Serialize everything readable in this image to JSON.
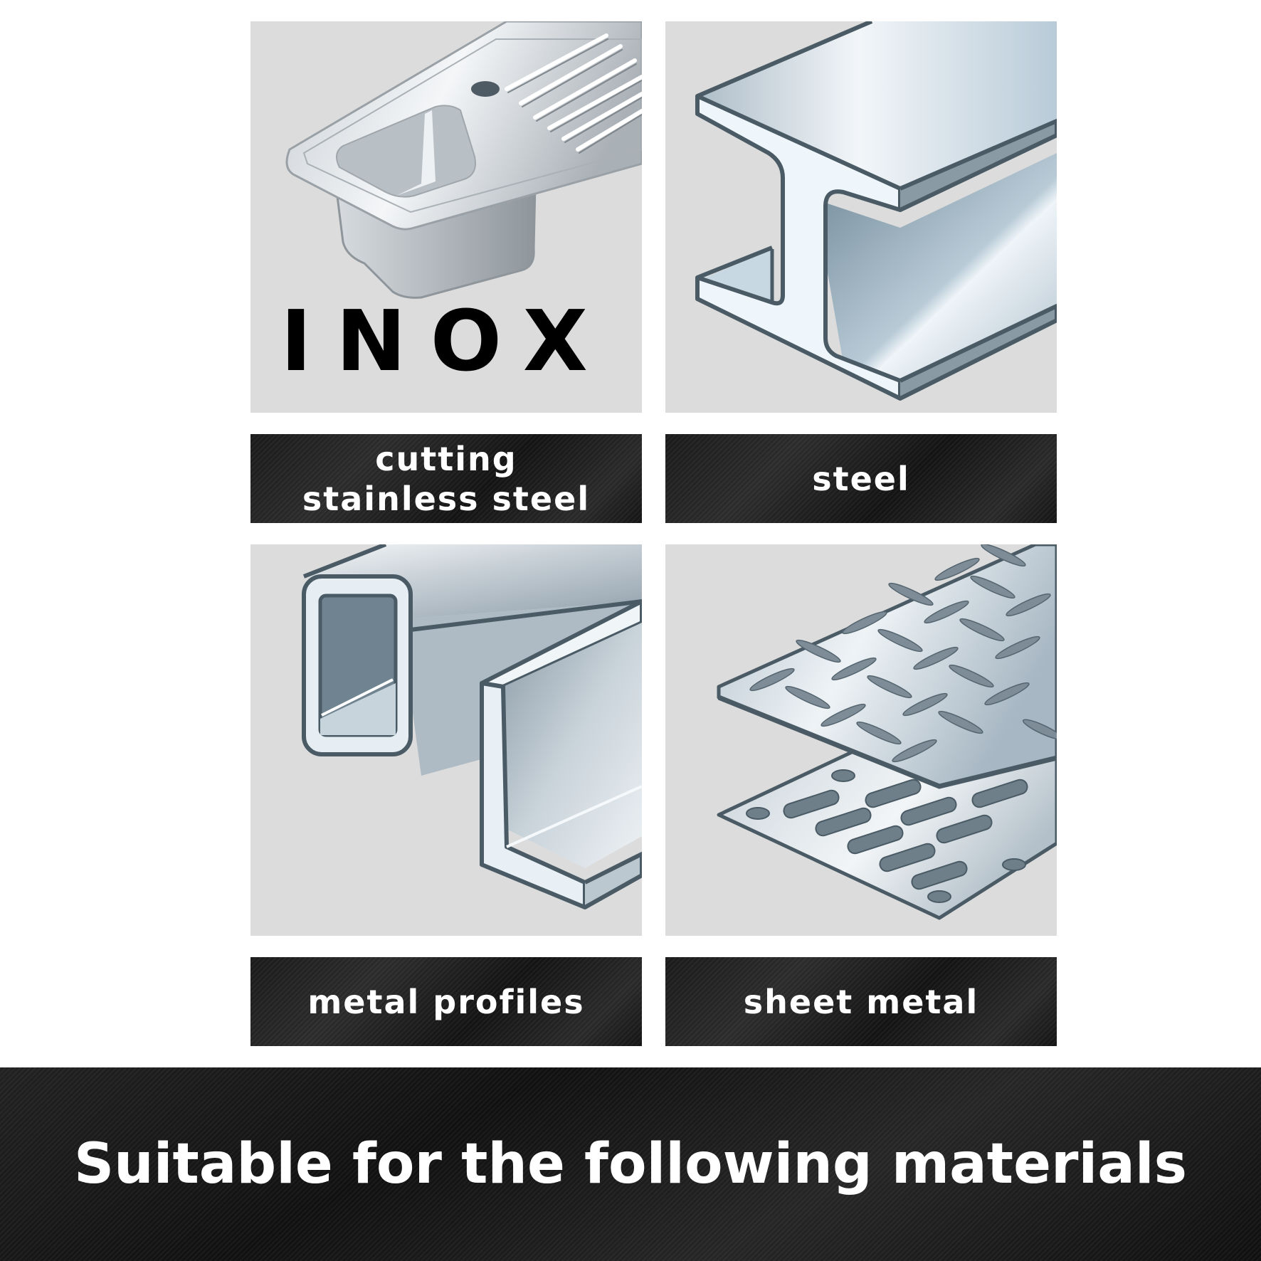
{
  "tiles": [
    {
      "name": "stainless-steel",
      "logo_text": "INOX",
      "label": "cutting\nstainless steel"
    },
    {
      "name": "steel",
      "label": "steel"
    },
    {
      "name": "metal-profiles",
      "label": "metal profiles"
    },
    {
      "name": "sheet-metal",
      "label": "sheet metal"
    }
  ],
  "banner": {
    "text": "Suitable for the following materials"
  },
  "colors": {
    "tile_bg": "#dcdcdc",
    "label_bg": "#161616",
    "outline": "#4a5b66",
    "text": "#ffffff"
  }
}
